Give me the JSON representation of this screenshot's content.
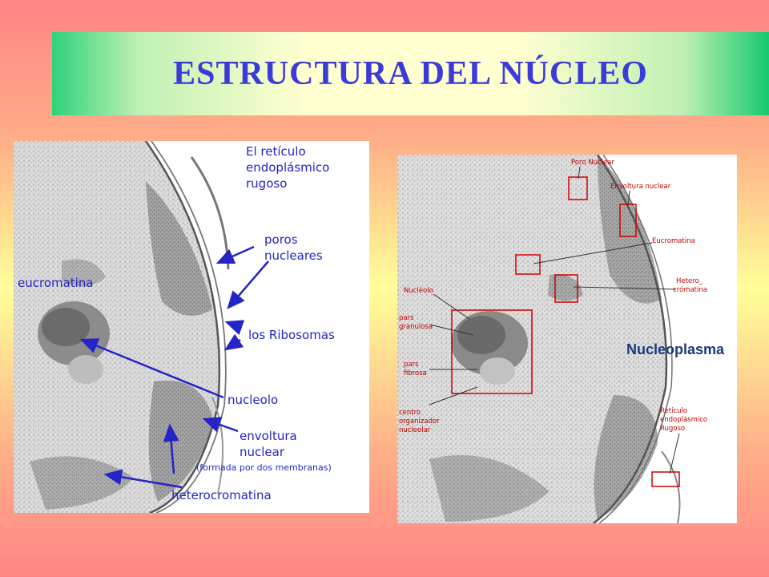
{
  "title": "ESTRUCTURA DEL NÚCLEO",
  "left_diagram": {
    "labels": {
      "reticulo_1": "El retículo",
      "reticulo_2": "endoplásmico",
      "reticulo_3": "rugoso",
      "poros_1": "poros",
      "poros_2": "nucleares",
      "eucromatina": "eucromatina",
      "ribosomas": "los  Ribosomas",
      "nucleolo": "nucleolo",
      "envoltura_1": "envoltura",
      "envoltura_2": "nuclear",
      "envoltura_note": "(formada por dos membranas)",
      "heterocromatina": "heterocromatina"
    }
  },
  "right_diagram": {
    "labels": {
      "poro_nuclear": "Poro Nuclear",
      "envoltura_nuclear": "Envoltura nuclear",
      "eucromatina": "Eucromatina",
      "hetero_1": "Hetero_",
      "hetero_2": "crómatina",
      "nucleolo": "Nucléolo",
      "pars_granulosa_1": "pars",
      "pars_granulosa_2": "granulosa",
      "pars_fibrosa_1": "pars",
      "pars_fibrosa_2": "fibrosa",
      "centro_1": "centro",
      "centro_2": "organizador",
      "centro_3": "nucleolar",
      "reticulo_1": "Retículo",
      "reticulo_2": "endoplásmico",
      "reticulo_3": "Rugoso"
    }
  },
  "nucleoplasma_label": "Nucleoplasma",
  "colors": {
    "title": "#3b3bd8",
    "left_labels": "#2424c8",
    "right_labels": "#c00000",
    "nucleoplasma": "#1a3a7a"
  }
}
